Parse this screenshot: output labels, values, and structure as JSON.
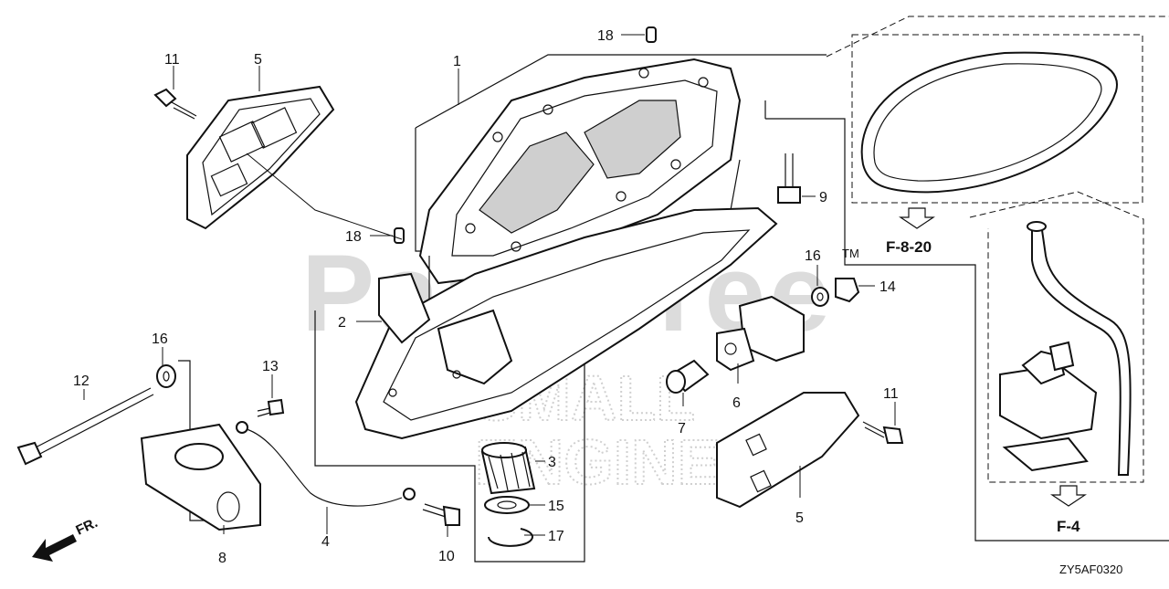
{
  "watermark": {
    "brand": "PartsTree",
    "tm": "TM",
    "sub1": "SMALL",
    "sub2": "ENGINE"
  },
  "callouts": {
    "n1": "1",
    "n2": "2",
    "n3": "3",
    "n4": "4",
    "n5a": "5",
    "n5b": "5",
    "n6": "6",
    "n7": "7",
    "n8": "8",
    "n9": "9",
    "n10": "10",
    "n11a": "11",
    "n11b": "11",
    "n12": "12",
    "n13": "13",
    "n14": "14",
    "n15": "15",
    "n16a": "16",
    "n16b": "16",
    "n17": "17",
    "n18a": "18",
    "n18b": "18"
  },
  "references": {
    "ref_top": "F-8-20",
    "ref_bottom": "F-4"
  },
  "direction": {
    "label": "FR."
  },
  "diagram_code": "ZY5AF0320"
}
